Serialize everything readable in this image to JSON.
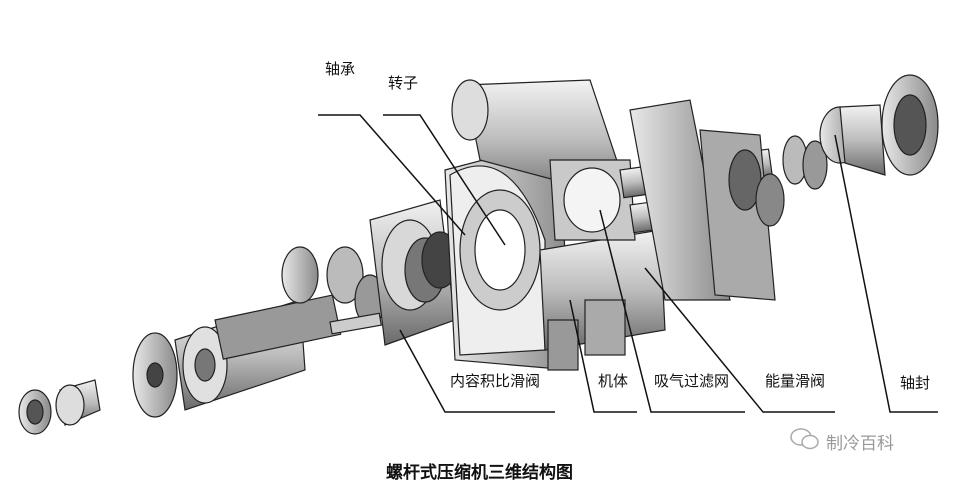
{
  "title": "螺杆式压缩机三维结构图",
  "watermark": {
    "icon": "wechat-icon",
    "text": "制冷百科"
  },
  "labels": {
    "bearing": "轴承",
    "rotor": "转子",
    "vi_slide_valve": "内容积比滑阀",
    "body": "机体",
    "suction_filter": "吸气过滤网",
    "capacity_slide_valve": "能量滑阀",
    "shaft_seal": "轴封"
  }
}
